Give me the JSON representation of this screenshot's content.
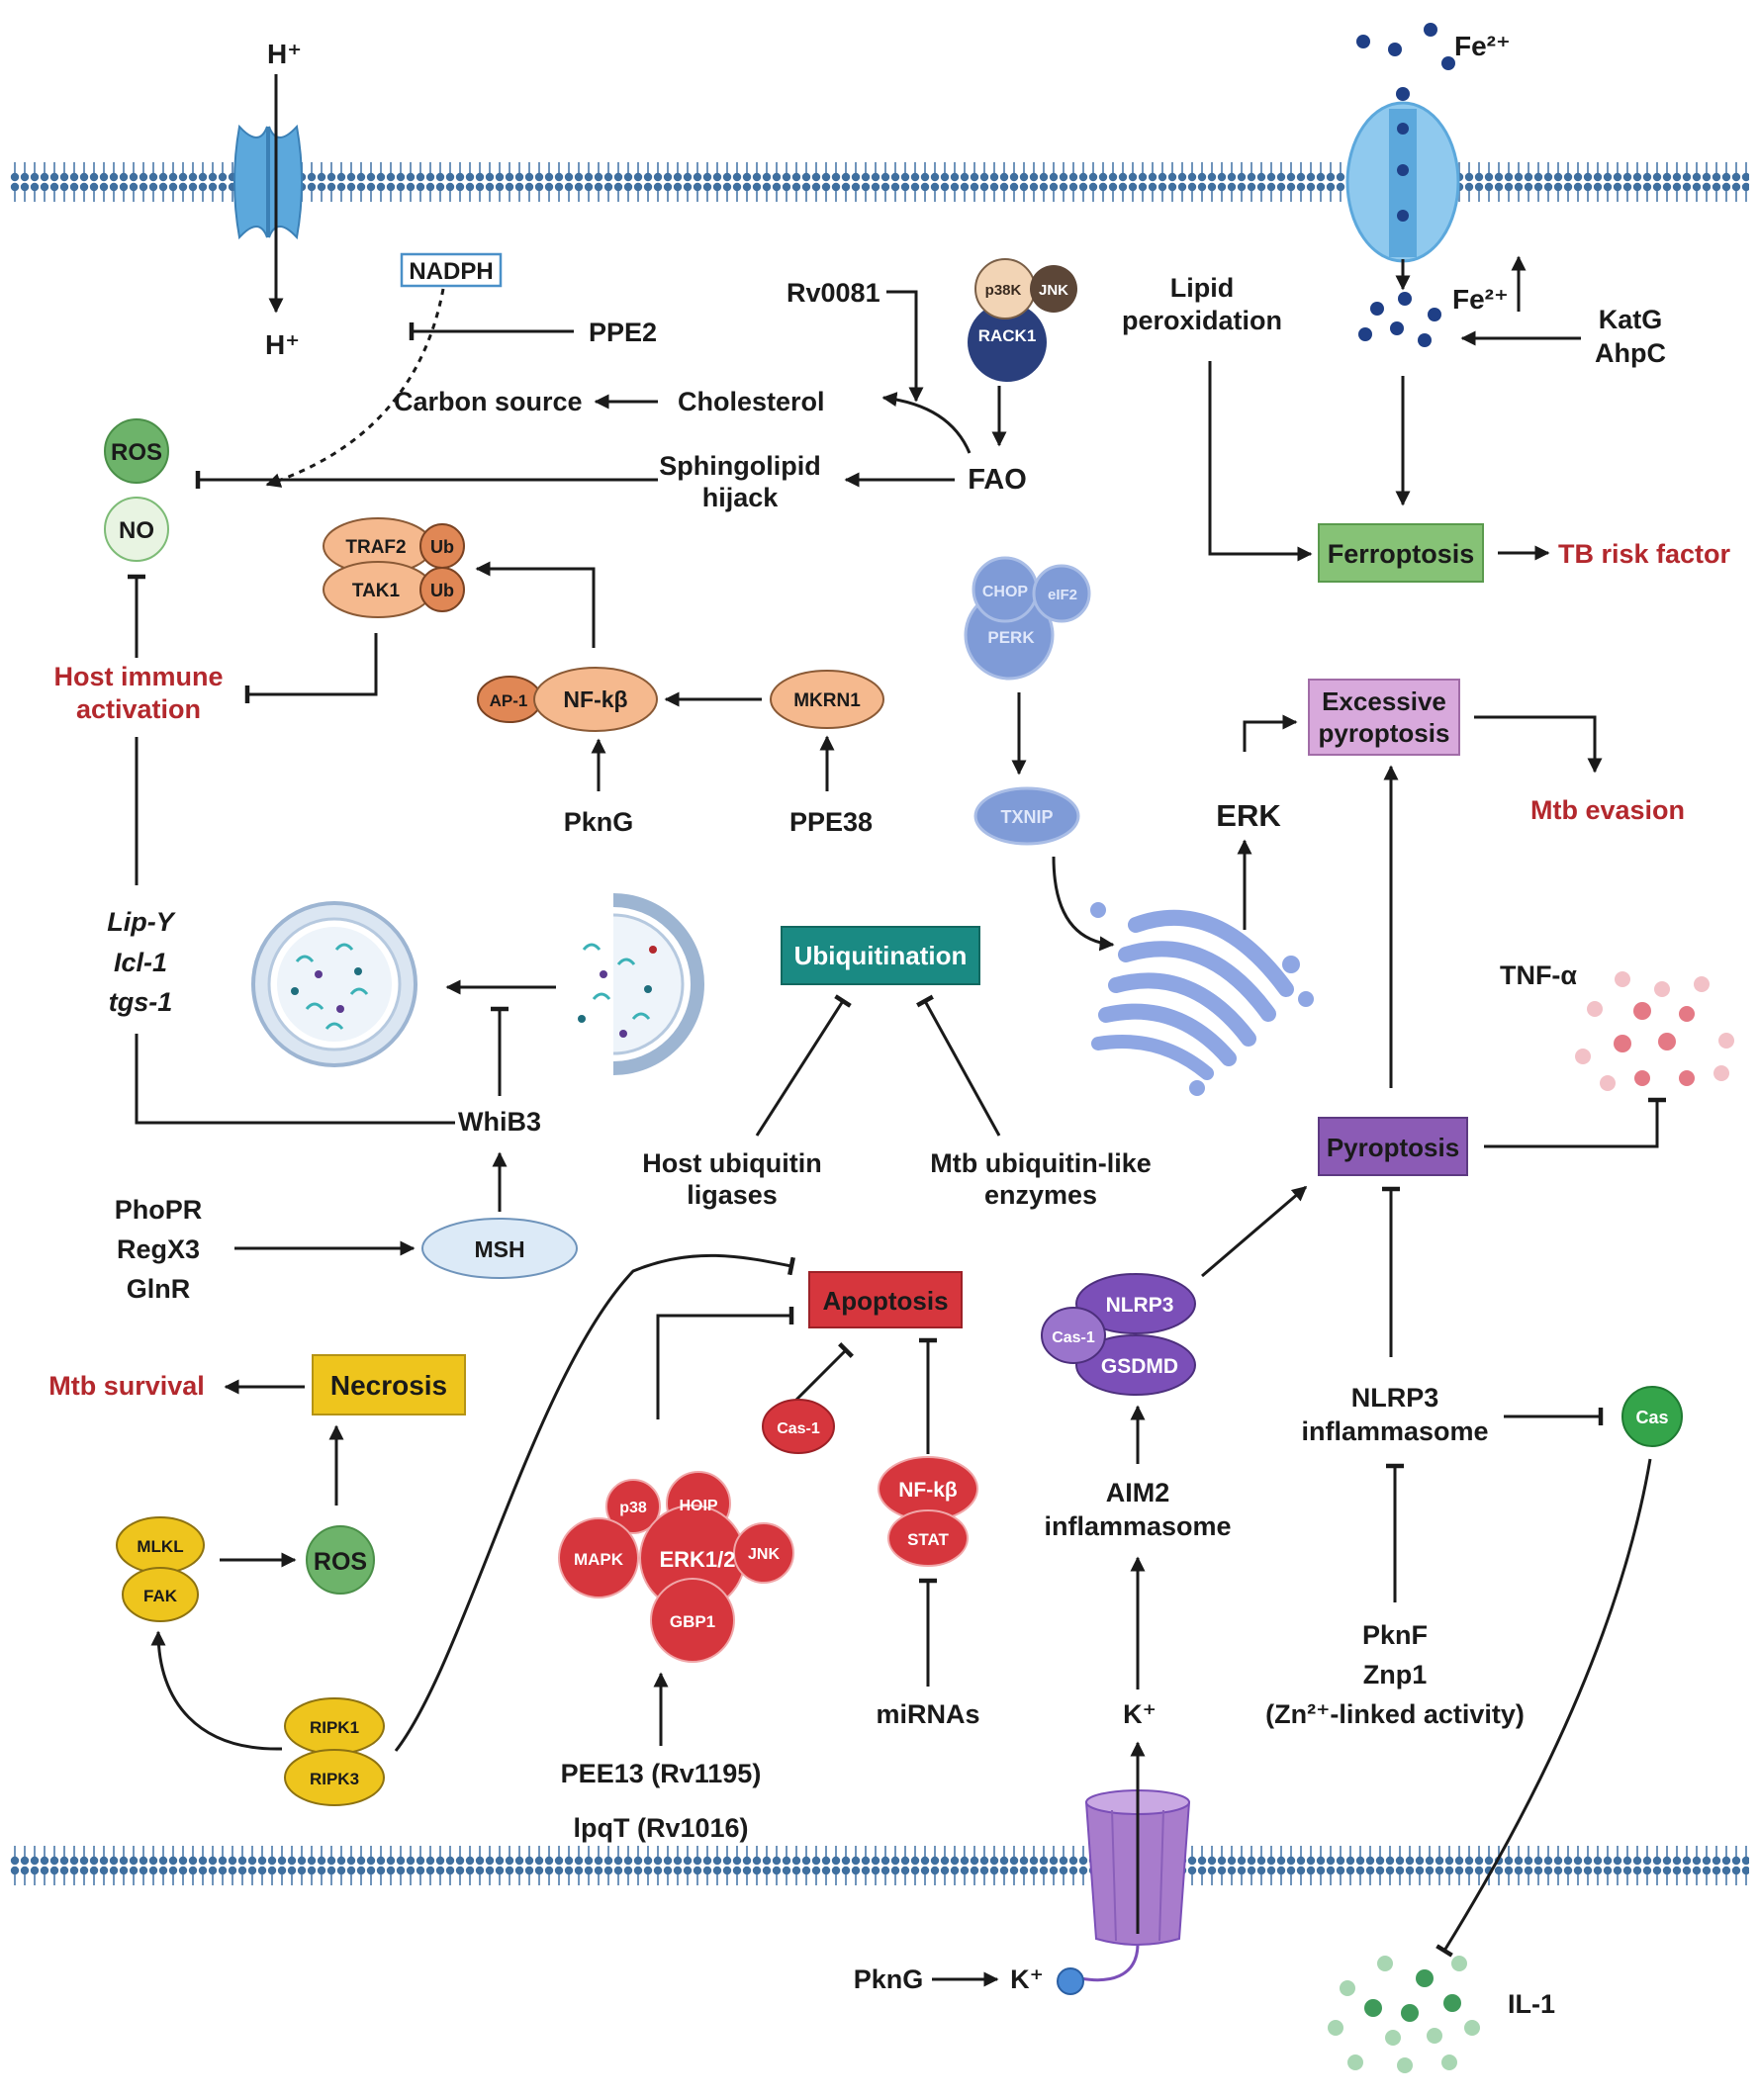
{
  "colors": {
    "membrane": "#3f6f9f",
    "channel_blue": "#5ca8dc",
    "iron_dot": "#1f3f86",
    "red_label": "#b3282d",
    "ros_green": "#6db36a",
    "no_green": "#e8f4e2",
    "peach": "#f5b98e",
    "periwinkle": "#7f9bd7",
    "ferroptosis": "#86c276",
    "pyroptosis_light": "#d8a9dc",
    "pyroptosis_dark": "#8b5bb5",
    "purple_node": "#7b4fb8",
    "teal": "#1a8a83",
    "apoptosis_red": "#d6363d",
    "necrosis_yellow": "#eec51d",
    "msh_blue": "#dceaf7",
    "cas_green": "#34a44a",
    "tnf_pink": "#e47985",
    "il1_green": "#3f9a5a",
    "kchannel": "#a87ccc",
    "golgi": "#8ea6e3"
  },
  "labels": {
    "h_top": "H⁺",
    "h_bottom": "H⁺",
    "fe_top": "Fe²⁺",
    "fe_mid": "Fe²⁺",
    "nadph": "NADPH",
    "ppe2": "PPE2",
    "rv0081": "Rv0081",
    "p38k": "p38K",
    "jnk": "JNK",
    "rack1": "RACK1",
    "lipid_peroxidation": [
      "Lipid",
      "peroxidation"
    ],
    "katg_ahpc": [
      "KatG",
      "AhpC"
    ],
    "carbon_source": "Carbon source",
    "cholesterol": "Cholesterol",
    "ros": "ROS",
    "no": "NO",
    "sphingolipid": [
      "Sphingolipid",
      "hijack"
    ],
    "fao": "FAO",
    "ferroptosis": "Ferroptosis",
    "tb_risk": "TB risk factor",
    "traf2": "TRAF2",
    "tak1": "TAK1",
    "ub": "Ub",
    "host_immune": [
      "Host immune",
      "activation"
    ],
    "ap1": "AP-1",
    "nfkb": "NF-kβ",
    "mkrn1": "MKRN1",
    "pkng": "PknG",
    "ppe38": "PPE38",
    "chop": "CHOP",
    "eif2": "eIF2",
    "perk": "PERK",
    "txnip": "TXNIP",
    "excessive_pyroptosis": [
      "Excessive",
      "pyroptosis"
    ],
    "erk": "ERK",
    "mtb_evasion": "Mtb evasion",
    "lip_y": "Lip-Y",
    "icl_1": "Icl-1",
    "tgs_1": "tgs-1",
    "ubiquitination": "Ubiquitination",
    "tnf_a": "TNF-α",
    "whib3": "WhiB3",
    "host_ubiquitin": [
      "Host ubiquitin",
      "ligases"
    ],
    "mtb_ubiquitin": [
      "Mtb ubiquitin-like",
      "enzymes"
    ],
    "pyroptosis": "Pyroptosis",
    "phopr": "PhoPR",
    "regx3": "RegX3",
    "glnr": "GlnR",
    "msh": "MSH",
    "apoptosis": "Apoptosis",
    "nlrp3": "NLRP3",
    "cas1": "Cas-1",
    "gsdmd": "GSDMD",
    "mtb_survival": "Mtb survival",
    "necrosis": "Necrosis",
    "nlrp3_inflammasome": [
      "NLRP3",
      "inflammasome"
    ],
    "cas": "Cas",
    "p38": "p38",
    "hoip": "HOIP",
    "mapk": "MAPK",
    "erk12": "ERK1/2",
    "gbp1": "GBP1",
    "stat": "STAT",
    "mlkl": "MLKL",
    "fak": "FAK",
    "aim2": [
      "AIM2",
      "inflammasome"
    ],
    "ripk1": "RIPK1",
    "ripk3": "RIPK3",
    "mirnas": "miRNAs",
    "pknf_block": [
      "PknF",
      "Znp1",
      "(Zn²⁺-linked activity)"
    ],
    "k_plus": "K⁺",
    "pee13": "PEE13 (Rv1195)",
    "lpqt": "lpqT (Rv1016)",
    "pkng_bottom": "PknG",
    "k_bottom": "K⁺",
    "il1": "IL-1"
  }
}
